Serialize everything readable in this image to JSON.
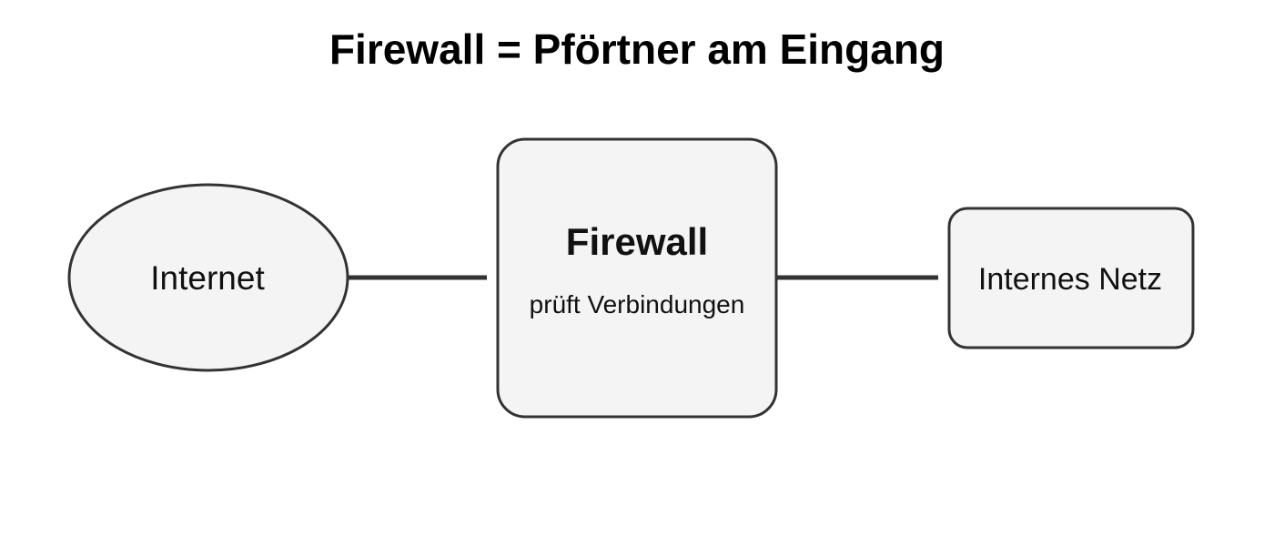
{
  "title": "Firewall = Pförtner am Eingang",
  "nodes": {
    "internet": {
      "label": "Internet"
    },
    "firewall": {
      "label": "Firewall",
      "sublabel": "prüft Verbindungen"
    },
    "internal": {
      "label": "Internes Netz"
    }
  },
  "edges": [
    {
      "from": "internet",
      "to": "firewall"
    },
    {
      "from": "firewall",
      "to": "internal"
    }
  ],
  "colors": {
    "fill": "#f4f4f4",
    "stroke": "#333333",
    "text": "#111111"
  }
}
